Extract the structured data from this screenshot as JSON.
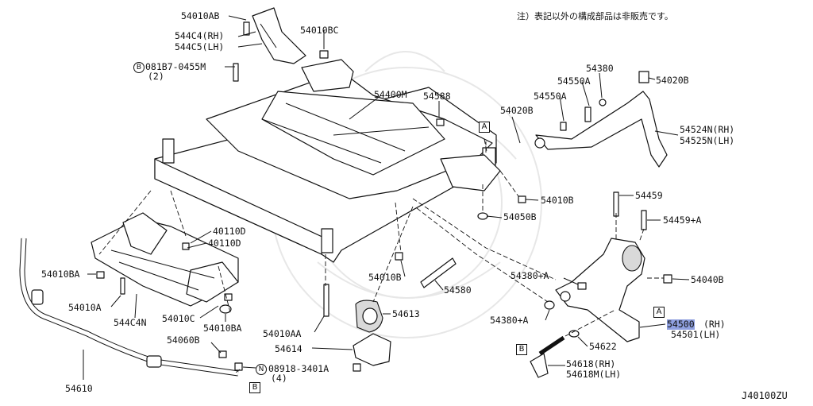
{
  "note": "注）表記以外の構成部品は非販売です。",
  "diagram_code": "J40100ZU",
  "ref_a": "A",
  "ref_b": "B",
  "circle_b": "B",
  "circle_n": "N",
  "labels": {
    "p54010AB": "54010AB",
    "p544C4": "544C4(RH)",
    "p544C5": "544C5(LH)",
    "p54010BC": "54010BC",
    "p081B7": "081B7-0455M",
    "p081B7q": "(2)",
    "p54400M": "54400M",
    "p54588": "54588",
    "p54380": "54380",
    "p54550A1": "54550A",
    "p54020B1": "54020B",
    "p54550A2": "54550A",
    "p54020B2": "54020B",
    "p54524N": "54524N(RH)",
    "p54525N": "54525N(LH)",
    "p54010B1": "54010B",
    "p54050B": "54050B",
    "p54459": "54459",
    "p54459A": "54459+A",
    "p40110D1": "40110D",
    "p40110D2": "40110D",
    "p54010BA1": "54010BA",
    "p54010A": "54010A",
    "p544C4N": "544C4N",
    "p54010C": "54010C",
    "p54010BA2": "54010BA",
    "p54010B2": "54010B",
    "p54580": "54580",
    "p54380A1": "54380+A",
    "p54040B": "54040B",
    "p54613": "54613",
    "p54010AA": "54010AA",
    "p54380A2": "54380+A",
    "p54500": "54500",
    "p54500rh": "(RH)",
    "p54501": "54501(LH)",
    "p54060B": "54060B",
    "p54614": "54614",
    "p54622": "54622",
    "p08918": "08918-3401A",
    "p08918q": "(4)",
    "p54618": "54618(RH)",
    "p54618M": "54618M(LH)",
    "p54610": "54610"
  }
}
